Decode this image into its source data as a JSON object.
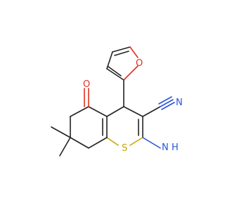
{
  "molecule": {
    "atoms": [
      {
        "id": "O_furan",
        "label": "O",
        "color": "#e0301e"
      },
      {
        "id": "O_keto",
        "label": "O",
        "color": "#e0301e"
      },
      {
        "id": "N_nitrile",
        "label": "N",
        "color": "#2a55d6"
      },
      {
        "id": "NH2",
        "label_main": "N",
        "label_h": "H",
        "color": "#2a55d6"
      },
      {
        "id": "S_ring",
        "label": "S",
        "color": "#c8a400"
      }
    ],
    "colors": {
      "bond": "#222222",
      "oxygen": "#e0301e",
      "nitrogen": "#2a55d6",
      "sulfur": "#c8a400",
      "background": "#ffffff"
    }
  }
}
